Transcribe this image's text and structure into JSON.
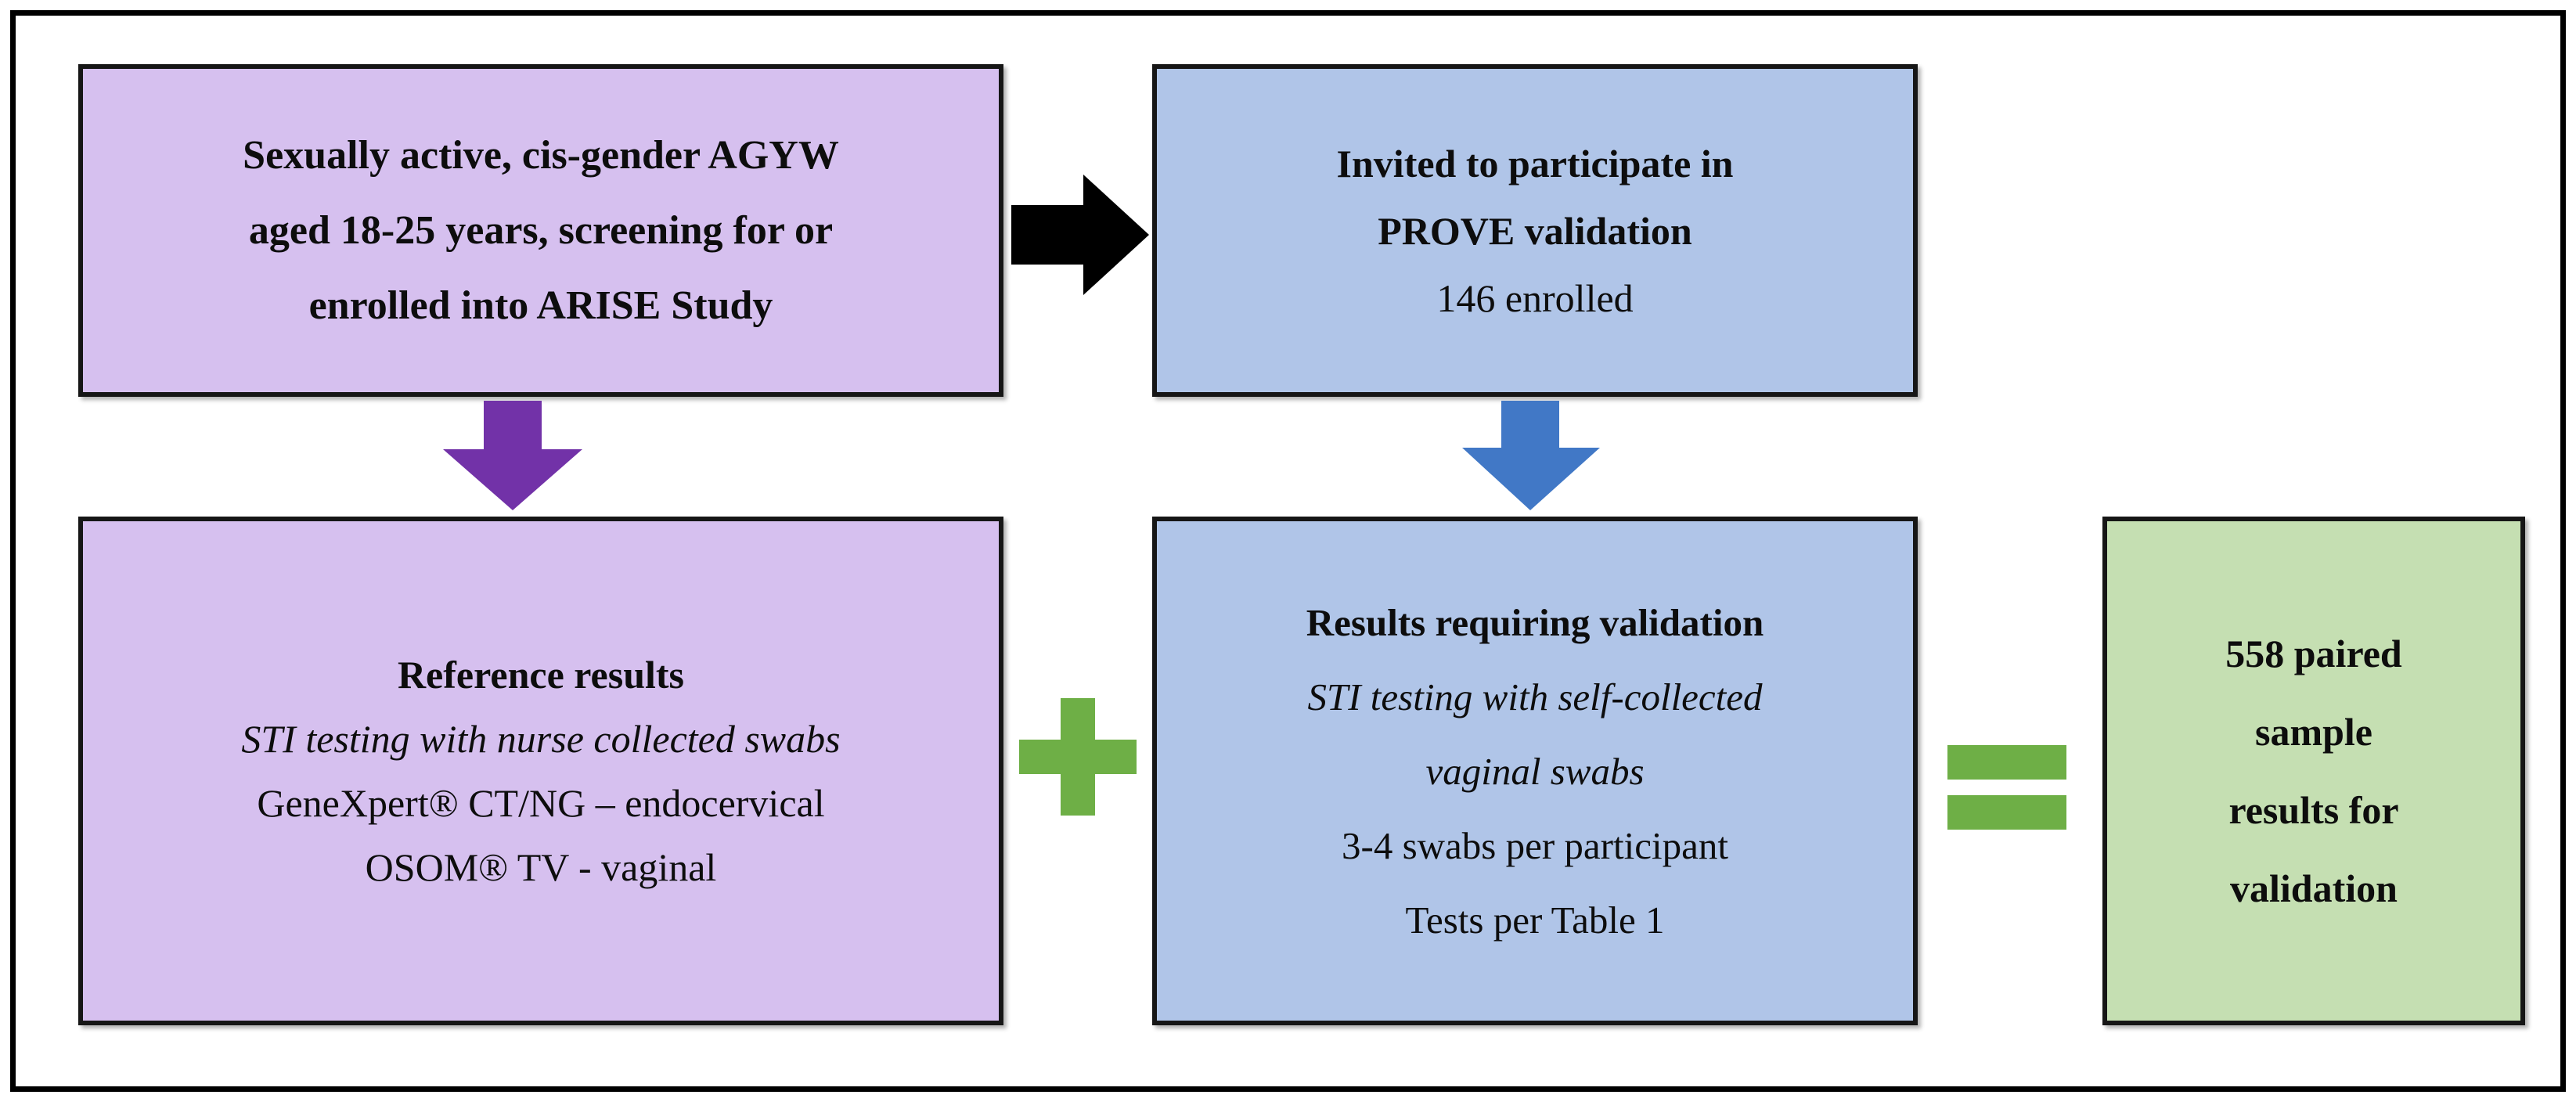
{
  "figure": {
    "type": "study-flow-diagram",
    "colors": {
      "purple_fill": "#D6C0EF",
      "blue_fill": "#B0C5E8",
      "green_fill": "#C5DFB2",
      "purple_arrow": "#7232A8",
      "blue_arrow": "#4178C6",
      "black_arrow": "#000000",
      "green_operator": "#6EAF46",
      "box_border": "#161616",
      "frame_border": "#000000",
      "background": "#FFFFFF"
    }
  },
  "boxes": {
    "eligibility": {
      "name": "Sexually active, cis-gender AGYW aged 18-25 years, screening for or enrolled into ARISE Study",
      "lines": [
        "Sexually active, cis-gender AGYW",
        "aged 18-25 years, screening for or",
        "enrolled into ARISE Study"
      ]
    },
    "invited": {
      "name": "Invited to participate in PROVE validation",
      "lines": [
        "Invited to participate in",
        "PROVE validation",
        "146 enrolled"
      ],
      "enrolled_count": "146 enrolled"
    },
    "reference": {
      "name": "Reference results",
      "title": "Reference results",
      "lines": [
        "Reference results",
        "STI testing with nurse collected swabs",
        "GeneXpert® CT/NG – endocervical",
        "OSOM® TV - vaginal"
      ]
    },
    "validation": {
      "name": "Results requiring validation",
      "title": "Results requiring validation",
      "lines": [
        "Results requiring validation",
        "STI testing with self-collected",
        "vaginal swabs",
        "3-4 swabs per participant",
        "Tests per Table 1"
      ]
    },
    "paired": {
      "name": "558 paired sample results for validation",
      "lines": [
        "558 paired",
        "sample",
        "results for",
        "validation"
      ],
      "paired_count": "558"
    }
  },
  "connectors": {
    "black_right_arrow": {
      "label": "leads-to",
      "icon": "arrow-right-icon"
    },
    "purple_down_arrow": {
      "label": "leads-to",
      "icon": "arrow-down-icon"
    },
    "blue_down_arrow": {
      "label": "leads-to",
      "icon": "arrow-down-icon"
    },
    "plus_operator": {
      "label": "plus",
      "icon": "plus-icon"
    },
    "equals_operator": {
      "label": "equals",
      "icon": "equals-icon"
    }
  }
}
